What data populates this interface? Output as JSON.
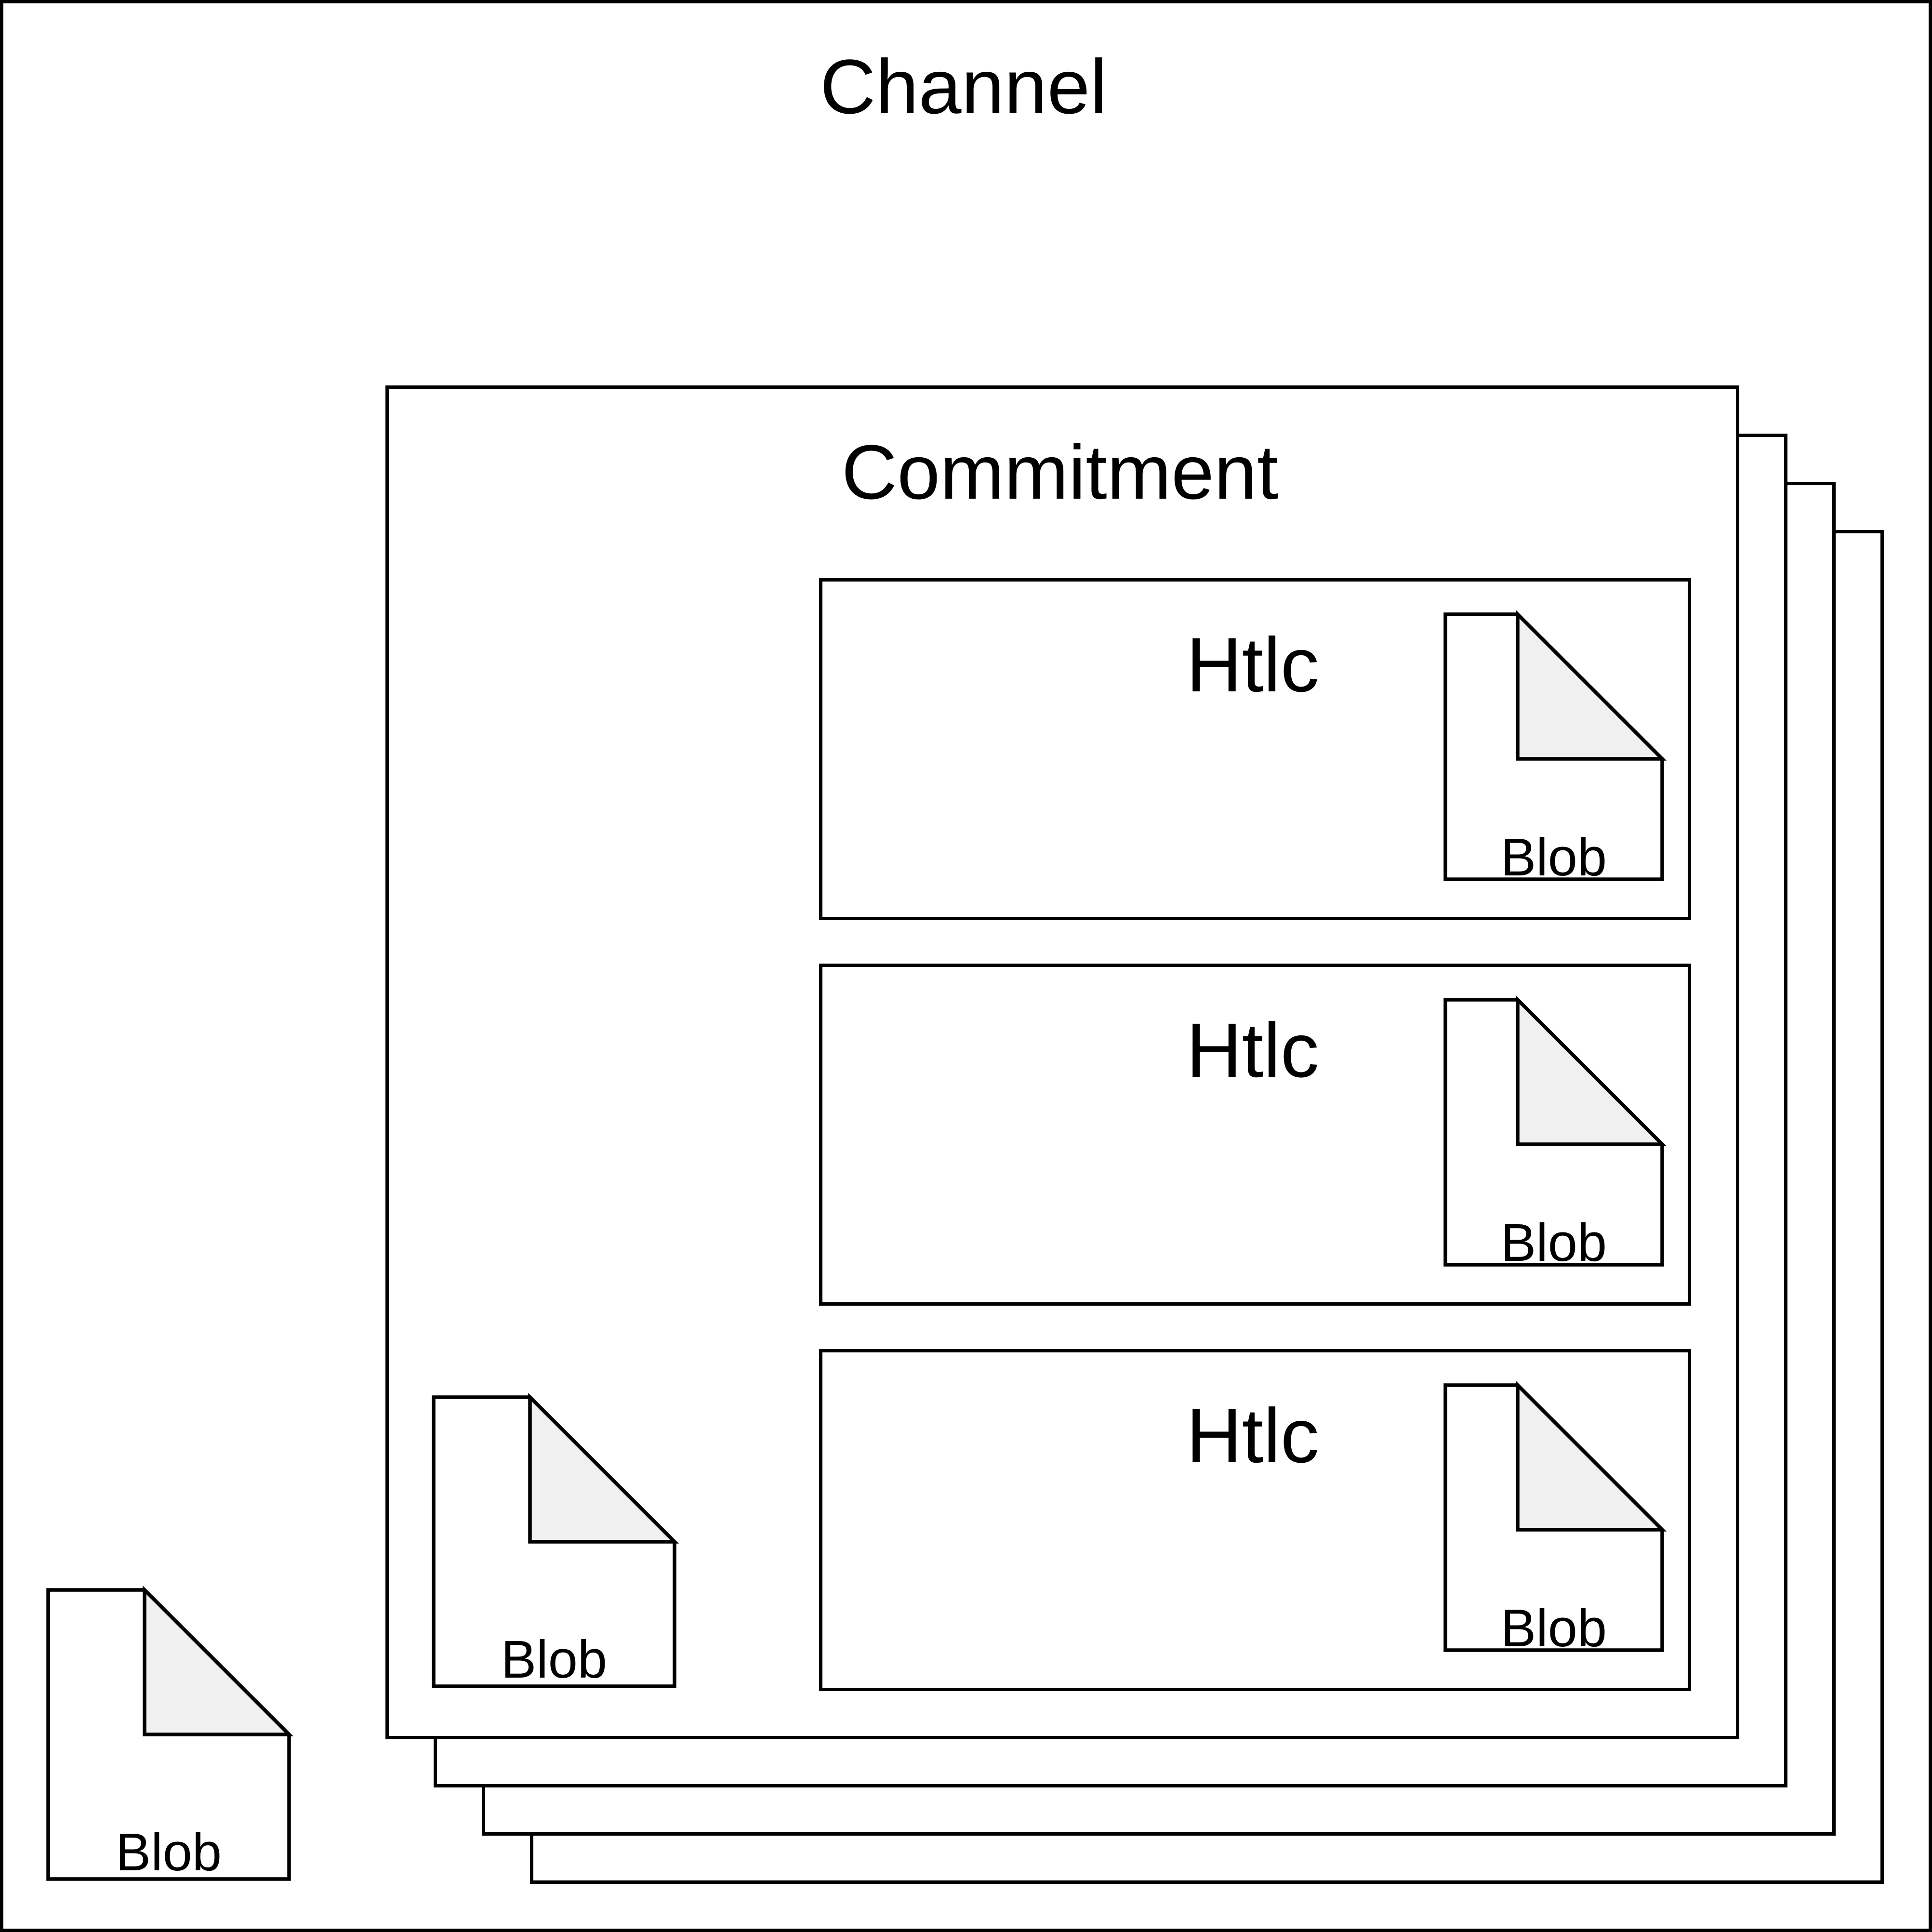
{
  "channel": {
    "title": "Channel",
    "blob_label": "Blob"
  },
  "commitment": {
    "title": "Commitment",
    "blob_label": "Blob",
    "stacked_copies": 3
  },
  "htlcs": [
    {
      "title": "Htlc",
      "blob_label": "Blob"
    },
    {
      "title": "Htlc",
      "blob_label": "Blob"
    },
    {
      "title": "Htlc",
      "blob_label": "Blob"
    }
  ],
  "colors": {
    "stroke": "#000000",
    "fill": "#ffffff",
    "fold": "#f0f0f0"
  }
}
